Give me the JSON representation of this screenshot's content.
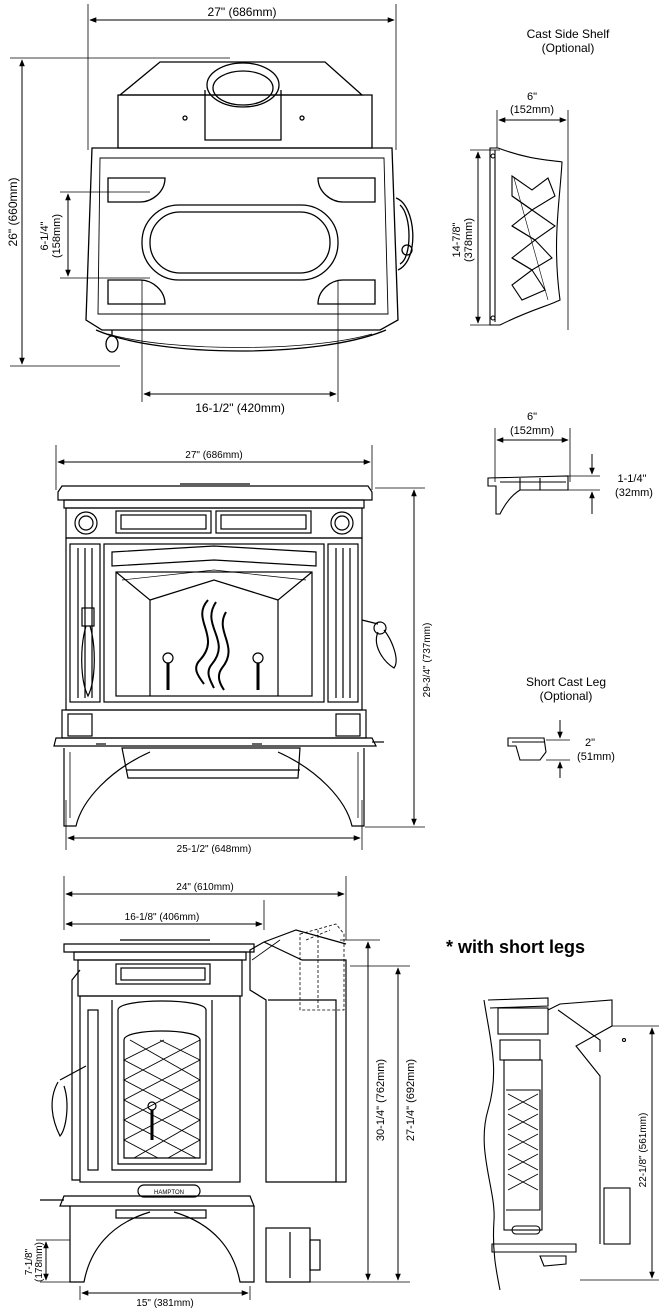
{
  "top_view": {
    "width": "27\" (686mm)",
    "depth": "26\" (660mm)",
    "glass_height": "6-1/4\"",
    "glass_height_mm": "(158mm)",
    "glass_width": "16-1/2\" (420mm)"
  },
  "front_view": {
    "width": "27\" (686mm)",
    "height": "29-3/4\" (737mm)",
    "leg_width": "25-1/2\" (648mm)"
  },
  "side_view": {
    "depth": "24\" (610mm)",
    "depth_to_flue": "16-1/8\" (406mm)",
    "height_to_flue_top": "30-1/4\" (762mm)",
    "height_to_flue_center": "27-1/4\" (692mm)",
    "leg_height": "7-1/8\"",
    "leg_height_mm": "(178mm)",
    "leg_span": "15\" (381mm)",
    "logo": "HAMPTON"
  },
  "shelf": {
    "title_line1": "Cast Side Shelf",
    "title_line2": "(Optional)",
    "top_width": "6\"",
    "top_width_mm": "(152mm)",
    "length": "14-7/8\"",
    "length_mm": "(378mm)",
    "side_width": "6\"",
    "side_width_mm": "(152mm)",
    "thickness": "1-1/4\"",
    "thickness_mm": "(32mm)"
  },
  "short_leg": {
    "title_line1": "Short Cast Leg",
    "title_line2": "(Optional)",
    "height": "2\"",
    "height_mm": "(51mm)"
  },
  "short_legs_view": {
    "title": "* with short legs",
    "height": "22-1/8\" (561mm)"
  }
}
